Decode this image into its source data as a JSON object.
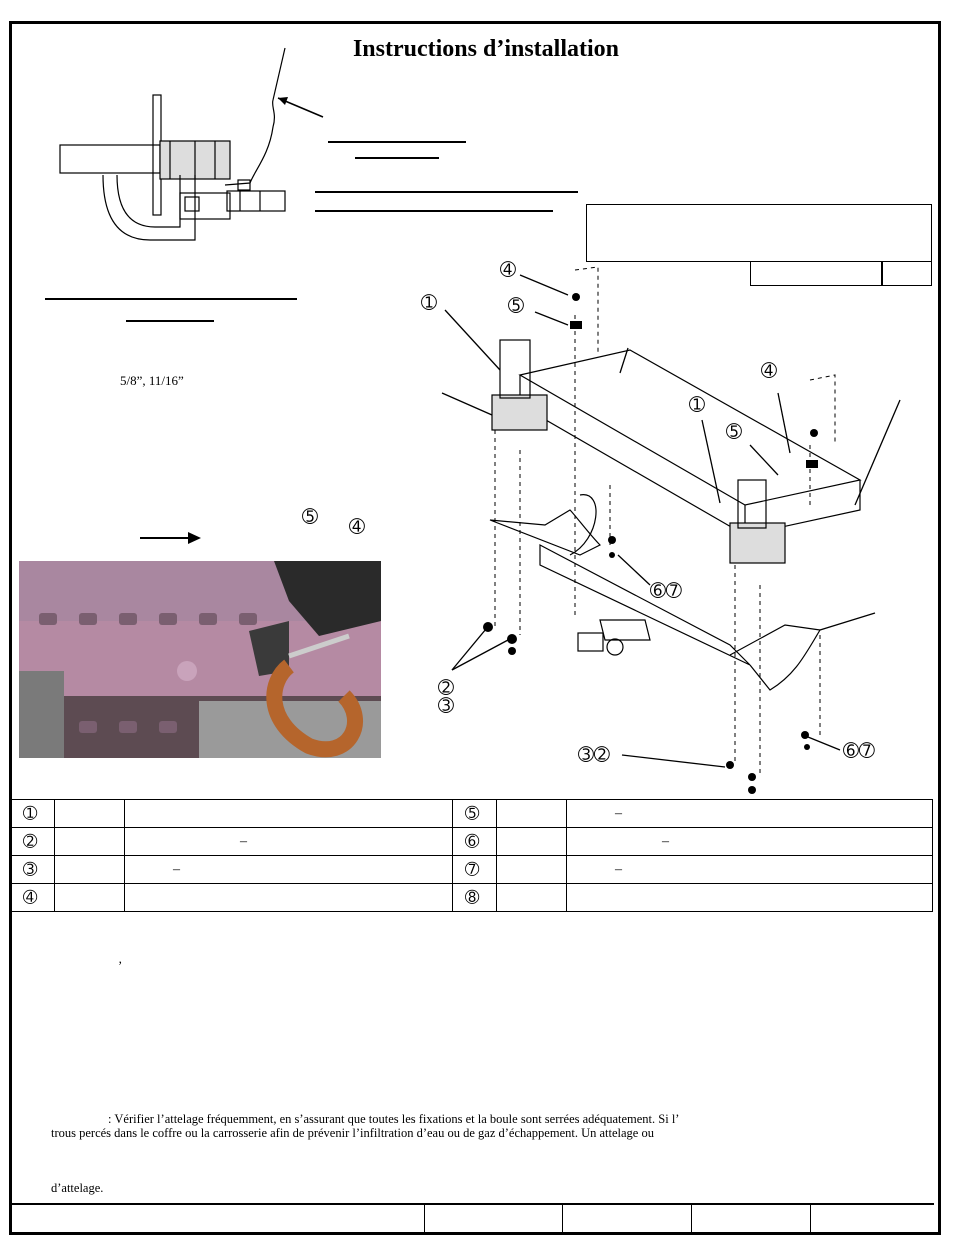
{
  "page": {
    "title": "Instructions d’installation"
  },
  "left_notes": {
    "sizes": "5/8”, 11/16”"
  },
  "callouts": {
    "c1a": "➀",
    "c1b": "➀",
    "c2a": "➁",
    "c3a": "➂",
    "c4a": "➃",
    "c4b": "➃",
    "c4c": "➃",
    "c5a": "➄",
    "c5b": "➄",
    "c5c": "➄",
    "c67a": "➅➆",
    "c67b": "➅➆",
    "c32": "➂➁"
  },
  "parts_table": {
    "rows": [
      {
        "left_num": "➀",
        "left_qty": "",
        "left_desc": "",
        "right_num": "➄",
        "right_qty": "",
        "right_desc": "–"
      },
      {
        "left_num": "➁",
        "left_qty": "",
        "left_desc": "–",
        "right_num": "➅",
        "right_qty": "",
        "right_desc": "–"
      },
      {
        "left_num": "➂",
        "left_qty": "",
        "left_desc": "–",
        "right_num": "➆",
        "right_qty": "",
        "right_desc": "–"
      },
      {
        "left_num": "➃",
        "left_qty": "",
        "left_desc": "",
        "right_num": "➇",
        "right_qty": "",
        "right_desc": ""
      }
    ]
  },
  "notes": {
    "comma": "’",
    "warning_line1": ": Vérifier l’attelage fréquemment, en s’assurant que toutes les fixations et la boule sont serrées adéquatement.  Si l’",
    "warning_line2": "trous percés dans le coffre ou la carrosserie afin de prévenir l’infiltration d’eau ou de gaz d’échappement.  Un attelage ou",
    "warning_line3": "d’attelage."
  },
  "colors": {
    "photo_frame": "#b58aa3",
    "photo_hook": "#b5652c"
  }
}
